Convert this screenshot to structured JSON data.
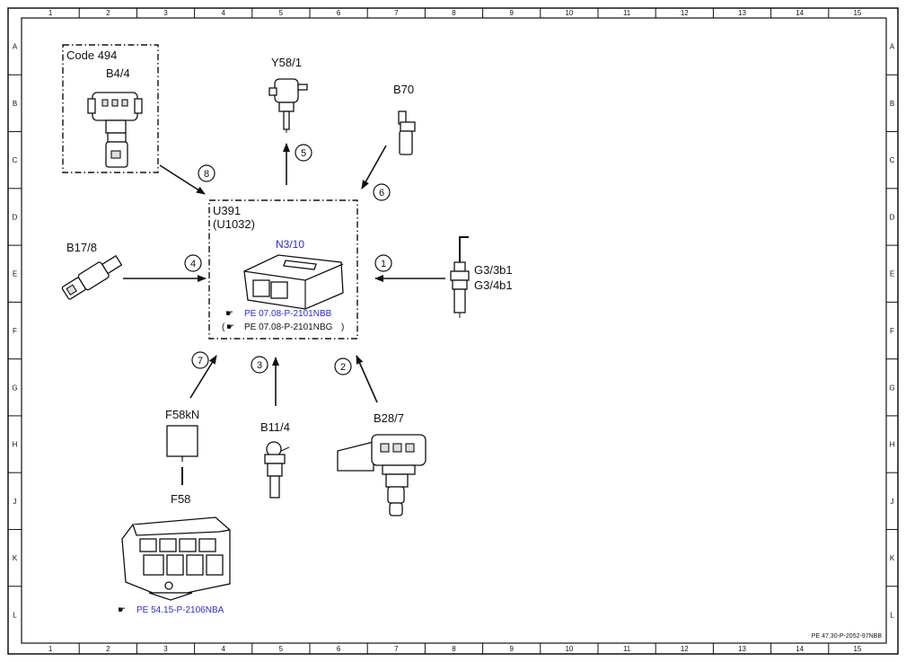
{
  "frame": {
    "col_labels": [
      "1",
      "2",
      "3",
      "4",
      "5",
      "6",
      "7",
      "8",
      "9",
      "10",
      "11",
      "12",
      "13",
      "14",
      "15"
    ],
    "row_labels": [
      "A",
      "B",
      "C",
      "D",
      "E",
      "F",
      "G",
      "H",
      "J",
      "K",
      "L"
    ],
    "footer_ref": "PE 47.30-P-2052-97NBB"
  },
  "code_box": {
    "label": "Code 494"
  },
  "control_unit": {
    "label": "U391",
    "sublabel": "(U1032)",
    "component": "N3/10",
    "ref_link": "PE 07.08-P-2101NBB",
    "ref_alt": "PE 07.08-P-2101NBG"
  },
  "components": {
    "b4_4": "B4/4",
    "y58_1": "Y58/1",
    "b70": "B70",
    "b17_8": "B17/8",
    "g3": "G3/3b1",
    "g3b": "G3/4b1",
    "f58kn": "F58kN",
    "b11_4": "B11/4",
    "b28_7": "B28/7",
    "f58": "F58",
    "f58_ref": "PE 54.15-P-2106NBA"
  },
  "signals": {
    "s1": "1",
    "s2": "2",
    "s3": "3",
    "s4": "4",
    "s5": "5",
    "s6": "6",
    "s7": "7",
    "s8": "8"
  }
}
